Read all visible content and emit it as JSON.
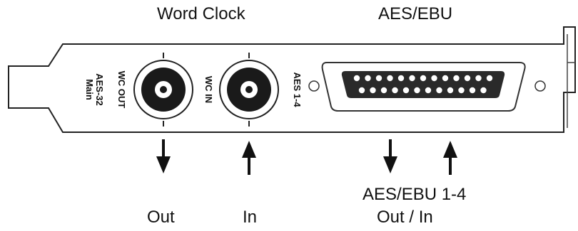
{
  "titles": {
    "word_clock": "Word Clock",
    "aes_ebu": "AES/EBU"
  },
  "bracket_labels": {
    "main_line1": "AES-32",
    "main_line2": "Main",
    "wc_out": "WC OUT",
    "wc_in": "WC IN",
    "aes_1_4": "AES 1-4"
  },
  "bottom_labels": {
    "out": "Out",
    "in": "In",
    "aes_line1": "AES/EBU 1-4",
    "aes_line2": "Out / In"
  },
  "connector": {
    "top_row_pins": 13,
    "bottom_row_pins": 12
  }
}
